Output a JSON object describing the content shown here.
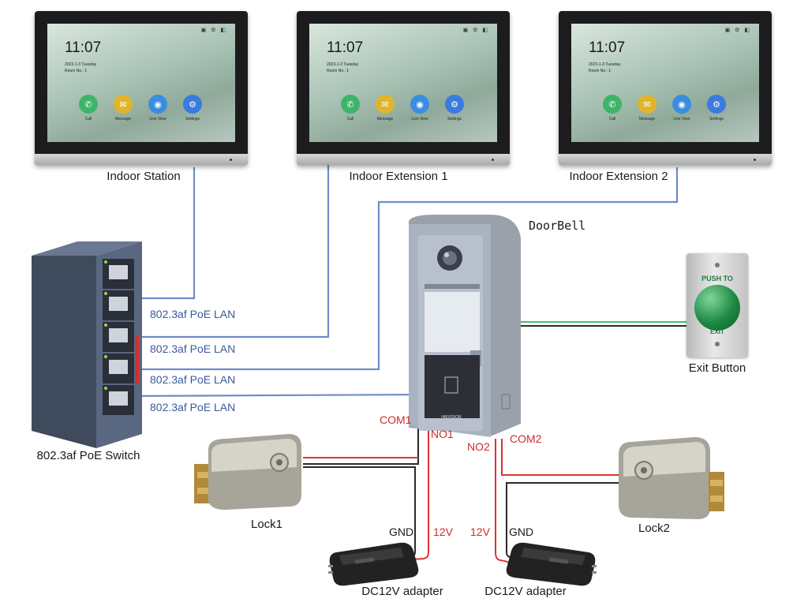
{
  "devices": {
    "indoor_station": "Indoor Station",
    "indoor_extension_1": "Indoor Extension 1",
    "indoor_extension_2": "Indoor Extension 2",
    "doorbell": "DoorBell",
    "exit_button": "Exit Button",
    "poe_switch": "802.3af PoE Switch",
    "lock1": "Lock1",
    "lock2": "Lock2",
    "adapter_left": "DC12V adapter",
    "adapter_right": "DC12V adapter"
  },
  "monitor_screen": {
    "time": "11:07",
    "date": "2023-1-3 Tuesday",
    "room": "Room No.: 1",
    "apps": [
      "Call",
      "Message",
      "Live View",
      "Settings"
    ]
  },
  "connections": {
    "lan_labels": [
      "802.3af PoE LAN",
      "802.3af PoE LAN",
      "802.3af PoE LAN",
      "802.3af PoE LAN"
    ],
    "com1": "COM1",
    "no1": "NO1",
    "no2": "NO2",
    "com2": "COM2",
    "gnd_left": "GND",
    "v12_left": "12V",
    "v12_right": "12V",
    "gnd_right": "GND"
  },
  "exit_plate": {
    "top_text": "PUSH TO",
    "bottom_text": "EXIT"
  },
  "doorbell_brand": "HIKVISION",
  "colors": {
    "lan_wire": "#6e8cc8",
    "power_wire": "#e03131",
    "ground_wire": "#2a2a2a",
    "exit_wire": "#3cc46a",
    "exit_button": "#1d8a43"
  }
}
